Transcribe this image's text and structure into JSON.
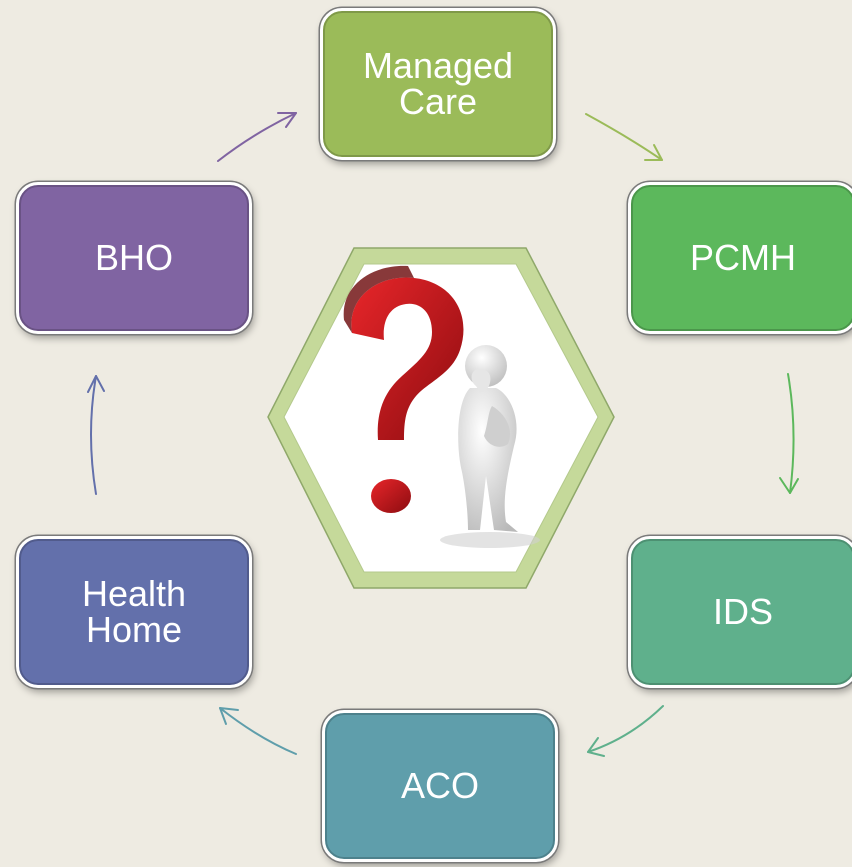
{
  "nodes": [
    {
      "id": "managed",
      "lines": [
        "Managed",
        "Care"
      ],
      "color": "#9bbb59"
    },
    {
      "id": "pcmh",
      "lines": [
        "PCMH"
      ],
      "color": "#5cb85c"
    },
    {
      "id": "ids",
      "lines": [
        "IDS"
      ],
      "color": "#5fb08c"
    },
    {
      "id": "aco",
      "lines": [
        "ACO"
      ],
      "color": "#5f9eab"
    },
    {
      "id": "health",
      "lines": [
        "Health",
        "Home"
      ],
      "color": "#6370ab"
    },
    {
      "id": "bho",
      "lines": [
        "BHO"
      ],
      "color": "#8064a2"
    }
  ],
  "arrow_colors": {
    "managed_to_pcmh": "#9bbb59",
    "pcmh_to_ids": "#5cb85c",
    "ids_to_aco": "#5fb08c",
    "aco_to_health": "#5f9eab",
    "health_to_bho": "#6370ab",
    "bho_to_managed": "#8064a2"
  },
  "center_image": {
    "icon": "question-mark-thinking-person-icon",
    "frame_color": "#c5d99a"
  }
}
